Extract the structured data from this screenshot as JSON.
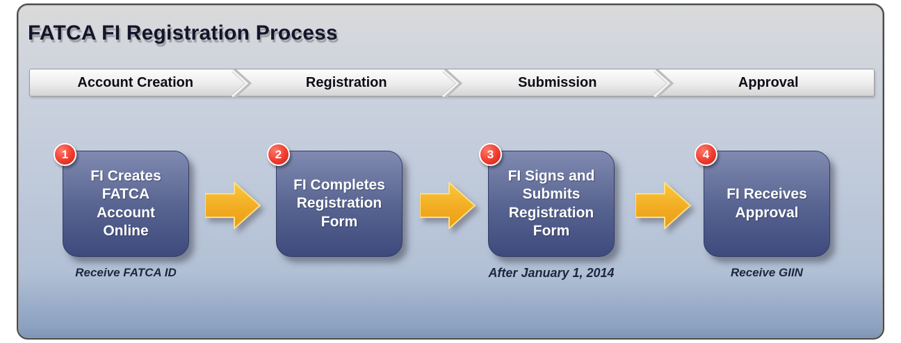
{
  "title": "FATCA FI Registration Process",
  "phase_bar": {
    "phases": [
      {
        "label": "Account Creation"
      },
      {
        "label": "Registration"
      },
      {
        "label": "Submission"
      },
      {
        "label": "Approval"
      }
    ]
  },
  "steps": [
    {
      "number": "1",
      "label": "FI Creates FATCA Account Online",
      "caption": "Receive FATCA ID"
    },
    {
      "number": "2",
      "label": "FI Completes Registration Form",
      "caption": ""
    },
    {
      "number": "3",
      "label": "FI Signs and Submits Registration Form",
      "caption": "After January 1, 2014"
    },
    {
      "number": "4",
      "label": "FI Receives Approval",
      "caption": "Receive GIIN"
    }
  ],
  "colors": {
    "box_fill_top": "#808ab1",
    "box_fill_bottom": "#3e4a7c",
    "badge_red": "#ef3b2d",
    "arrow_gold": "#f3b229",
    "panel_background_top": "#dadada",
    "panel_background_bottom": "#7d94b5",
    "caption_text": "#1b2742",
    "box_text": "#ffffff"
  }
}
